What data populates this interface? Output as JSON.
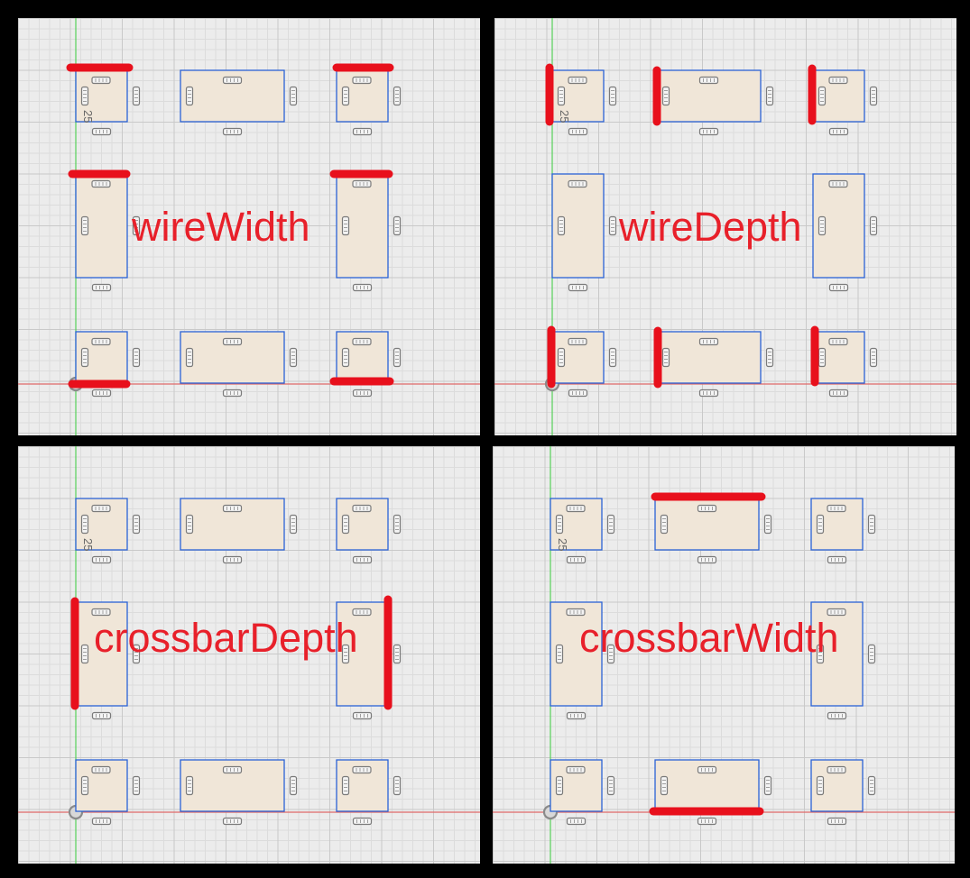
{
  "panels": [
    {
      "label": "wireWidth",
      "dimension": "25",
      "highlight": "wireWidth"
    },
    {
      "label": "wireDepth",
      "dimension": "25",
      "highlight": "wireDepth"
    },
    {
      "label": "crossbarDepth",
      "dimension": "25",
      "highlight": "crossbarDepth"
    },
    {
      "label": "crossbarWidth",
      "dimension": "25",
      "highlight": "crossbarWidth"
    }
  ],
  "colors": {
    "highlight": "#e8101c",
    "label": "#e8202a",
    "box_fill": "#f0e6d8",
    "box_stroke": "#2a62d6",
    "y_axis": "#56d05a",
    "x_axis": "#e06a6a",
    "grid_major": "#c9c9c9",
    "grid_minor": "#dcdcdc",
    "background": "#ececec"
  }
}
